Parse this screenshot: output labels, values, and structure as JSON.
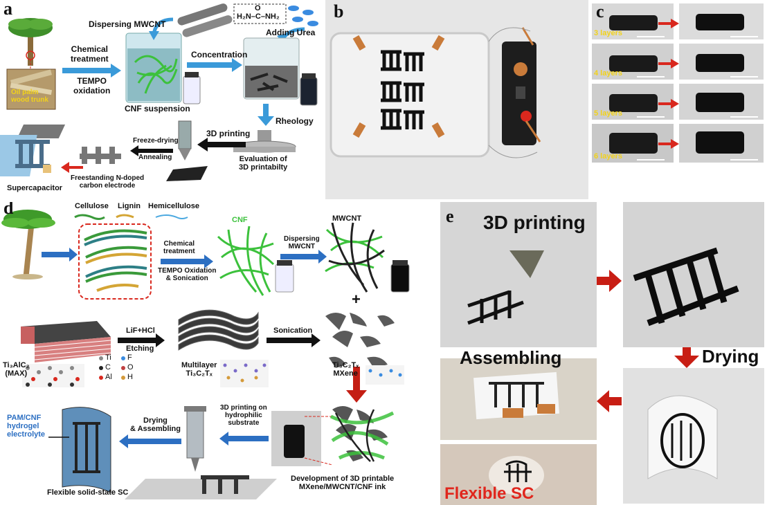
{
  "panel_labels": {
    "a": "a",
    "b": "b",
    "c": "c",
    "d": "d",
    "e": "e"
  },
  "panel_a": {
    "oil_palm_label": "Oil palm\nwood trunk",
    "chemical_treatment": "Chemical\ntreatment",
    "tempo_oxidation": "TEMPO\noxidation",
    "dispersing_mwcnt": "Dispersing MWCNT",
    "cnf_suspension": "CNF suspension",
    "concentration": "Concentration",
    "adding_urea": "Adding Urea",
    "urea_formula": "H₂N–C–NH₂",
    "urea_o": "O",
    "rheology": "Rheology",
    "evaluation": "Evaluation of\n3D printabilty",
    "printing_3d": "3D printing",
    "freeze_drying": "Freeze-drying",
    "annealing": "Annealing",
    "freestanding": "Freestanding N-doped\ncarbon electrode",
    "supercapacitor": "Supercapacitor"
  },
  "panel_c": {
    "rows": [
      "3 layers",
      "4 layers",
      "5 layers",
      "6 layers"
    ]
  },
  "panel_d": {
    "cellulose": "Cellulose",
    "lignin": "Lignin",
    "hemicellulose": "Hemicellulose",
    "cnf": "CNF",
    "mwcnt": "MWCNT",
    "chemical_treatment": "Chemical\ntreatment",
    "tempo": "TEMPO Oxidation\n& Sonication",
    "dispersing": "Dispersing\nMWCNT",
    "plus": "+",
    "lif_hcl": "LiF+HCl",
    "etching": "Etching",
    "sonication": "Sonication",
    "max_label": "Ti₃AlC₂\n(MAX)",
    "multilayer": "Multilayer\nTi₃C₂Tₓ",
    "mxene": "Ti₃C₂Tₓ\nMXene",
    "legend": [
      "Ti",
      "C",
      "Al",
      "F",
      "O",
      "H"
    ],
    "printing_hydrophilic": "3D printing on\nhydrophilic\nsubstrate",
    "drying_assembling": "Drying\n& Assembling",
    "pam_cnf": "PAM/CNF\nhydrogel\nelectrolyte",
    "flexible_sc": "Flexible solid-state SC",
    "development": "Development of 3D printable\nMXene/MWCNT/CNF ink"
  },
  "panel_e": {
    "printing_3d": "3D printing",
    "assembling": "Assembling",
    "drying": "Drying",
    "flexible_sc": "Flexible SC"
  },
  "colors": {
    "blue_arrow": "#3a9ad9",
    "red_arrow": "#d9281e",
    "yellow_text": "#f2d21a",
    "red_text": "#e0261d",
    "mxene_gray": "#555555",
    "cnf_green": "#3cc13c"
  }
}
